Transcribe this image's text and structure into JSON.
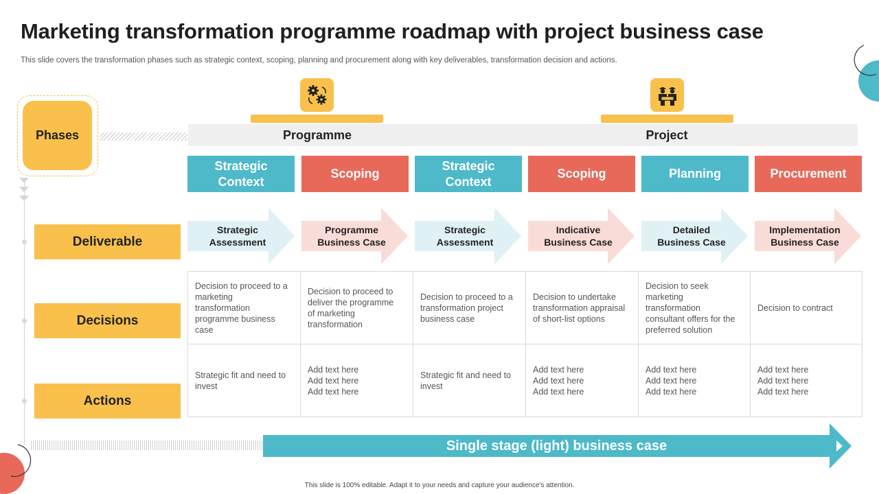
{
  "title": "Marketing transformation programme roadmap with project business case",
  "subtitle": "This slide covers the transformation phases such as strategic context, scoping, planning and procurement along with key deliverables, transformation decision and actions.",
  "footer": "This slide is 100% editable. Adapt it to your needs and capture your audience's attention.",
  "colors": {
    "teal": "#4db9c9",
    "red": "#e8685a",
    "yellow": "#f9c04c",
    "light_teal": "#dff1f5",
    "light_red": "#f9dcd8"
  },
  "phases_label": "Phases",
  "row_labels": {
    "deliverable": "Deliverable",
    "decisions": "Decisions",
    "actions": "Actions"
  },
  "groups": [
    {
      "label": "Programme",
      "icon": "gears-cycle-icon"
    },
    {
      "label": "Project",
      "icon": "workers-team-icon"
    }
  ],
  "phase_boxes": [
    {
      "label": "Strategic\nContext",
      "color": "teal"
    },
    {
      "label": "Scoping",
      "color": "red"
    },
    {
      "label": "Strategic\nContext",
      "color": "teal"
    },
    {
      "label": "Scoping",
      "color": "red"
    },
    {
      "label": "Planning",
      "color": "teal"
    },
    {
      "label": "Procurement",
      "color": "red"
    }
  ],
  "deliverables": [
    "Strategic\nAssessment",
    "Programme\nBusiness Case",
    "Strategic\nAssessment",
    "Indicative\nBusiness Case",
    "Detailed\nBusiness Case",
    "Implementation\nBusiness Case"
  ],
  "decisions": [
    "Decision to proceed to a\nmarketing\ntransformation\nprogramme business\ncase",
    "Decision to proceed to\ndeliver the programme\nof marketing\ntransformation",
    "Decision to proceed to a\ntransformation project\nbusiness case",
    "Decision to undertake\ntransformation appraisal\nof short-list options",
    "Decision to seek\nmarketing\ntransformation\nconsultant offers for the\npreferred solution",
    "Decision to contract"
  ],
  "actions": [
    "Strategic fit and need to\ninvest",
    "Add text here\nAdd text here\nAdd text here",
    "Strategic fit and need to\ninvest",
    "Add text here\nAdd text here\nAdd text here",
    "Add text here\nAdd text here\nAdd text here",
    "Add text here\nAdd text here\nAdd text here"
  ],
  "bottom_banner": "Single stage (light) business case"
}
